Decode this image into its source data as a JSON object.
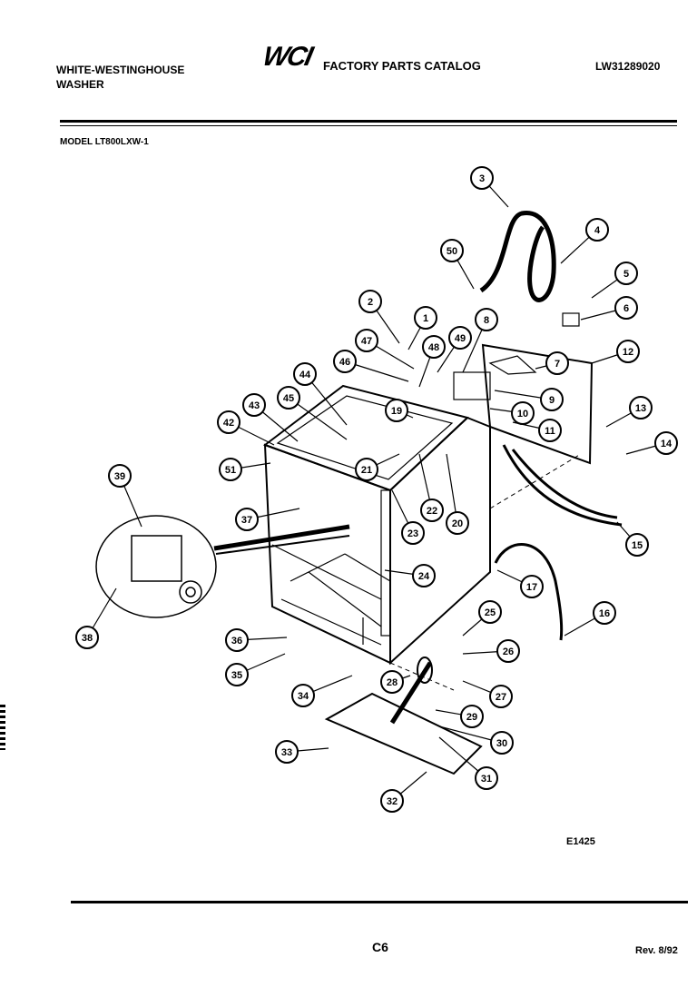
{
  "header": {
    "brand_line1": "WHITE-WESTINGHOUSE",
    "brand_line2": "WASHER",
    "logo": "WCI",
    "catalog_title": "FACTORY PARTS CATALOG",
    "doc_number": "LW31289020"
  },
  "model": "MODEL LT800LXW-1",
  "callouts": [
    "1",
    "2",
    "3",
    "4",
    "5",
    "6",
    "7",
    "8",
    "9",
    "10",
    "11",
    "12",
    "13",
    "14",
    "15",
    "16",
    "17",
    "19",
    "20",
    "21",
    "22",
    "23",
    "24",
    "25",
    "26",
    "27",
    "28",
    "29",
    "30",
    "31",
    "32",
    "33",
    "34",
    "35",
    "36",
    "37",
    "38",
    "39",
    "42",
    "43",
    "44",
    "45",
    "46",
    "47",
    "48",
    "49",
    "50",
    "51"
  ],
  "footer": {
    "drawing_code": "E1425",
    "page": "C6",
    "revision": "Rev. 8/92"
  }
}
